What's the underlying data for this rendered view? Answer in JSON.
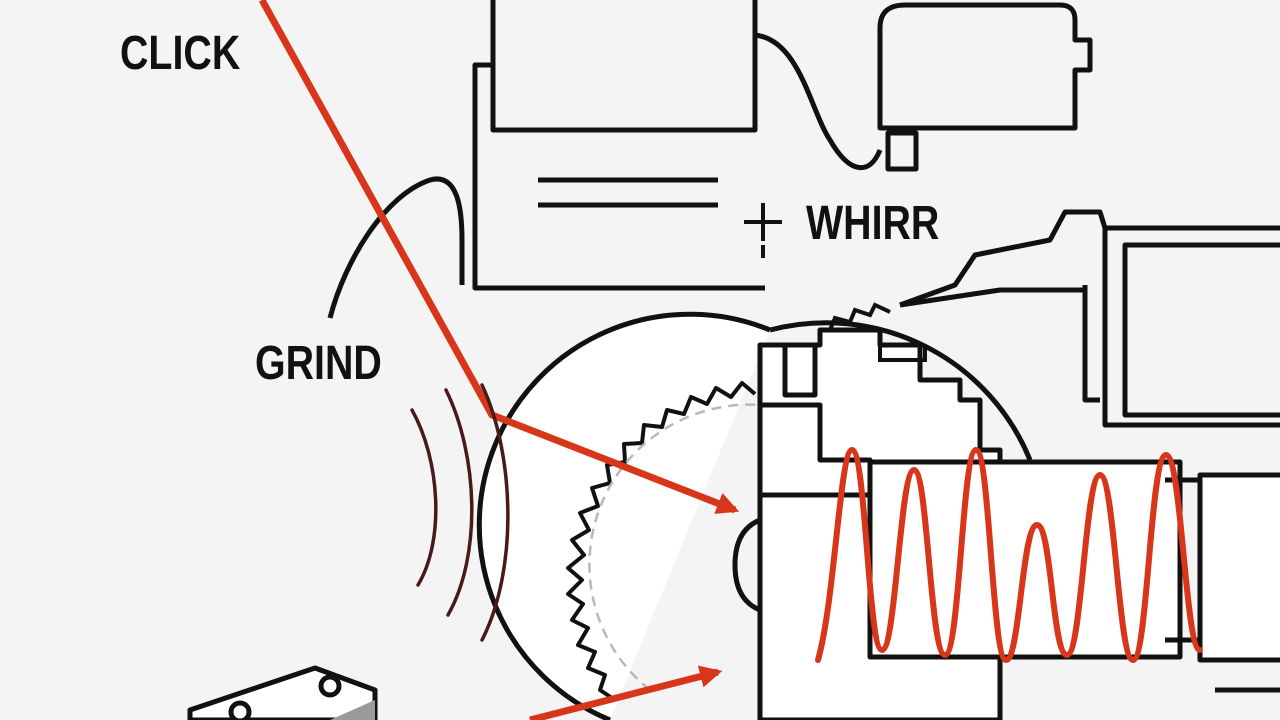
{
  "labels": {
    "click": "CLICK",
    "whirr": "WHIRR",
    "grind": "GRIND"
  },
  "colors": {
    "background": "#f4f4f4",
    "ink": "#111111",
    "accent": "#d8361b",
    "sound_waves": "#4a1a1a",
    "dashed": "#b8b8b8",
    "block_shade": "#9a9a9a"
  }
}
